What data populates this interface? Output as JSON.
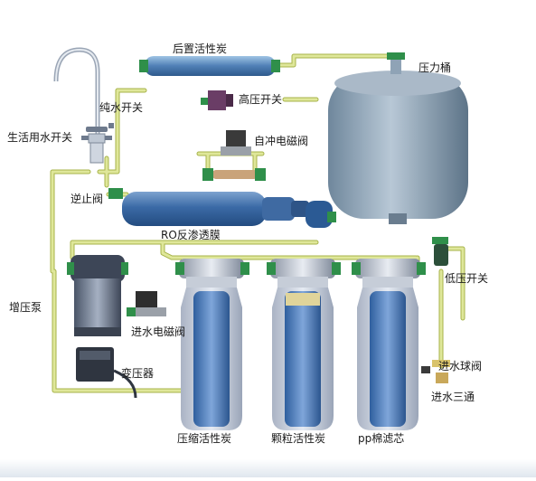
{
  "labels": {
    "post_carbon": "后置活性炭",
    "pressure_tank": "压力桶",
    "high_pressure_switch": "高压开关",
    "pure_water_switch": "纯水开关",
    "domestic_water_switch": "生活用水开关",
    "flush_solenoid": "自冲电磁阀",
    "check_valve": "逆止阀",
    "ro_membrane": "RO反渗透膜",
    "low_pressure_switch": "低压开关",
    "booster_pump": "增压泵",
    "inlet_solenoid": "进水电磁阀",
    "transformer": "变压器",
    "inlet_ball_valve": "进水球阀",
    "inlet_tee": "进水三通",
    "compressed_carbon": "压缩活性炭",
    "granular_carbon": "颗粒活性炭",
    "pp_filter": "pp棉滤芯"
  },
  "colors": {
    "tube": "#d6e08a",
    "tube_edge": "#a7b34a",
    "fitting": "#2f8f4a",
    "housing_blue": "#5a86c0",
    "tank": "#8a9fb2"
  }
}
